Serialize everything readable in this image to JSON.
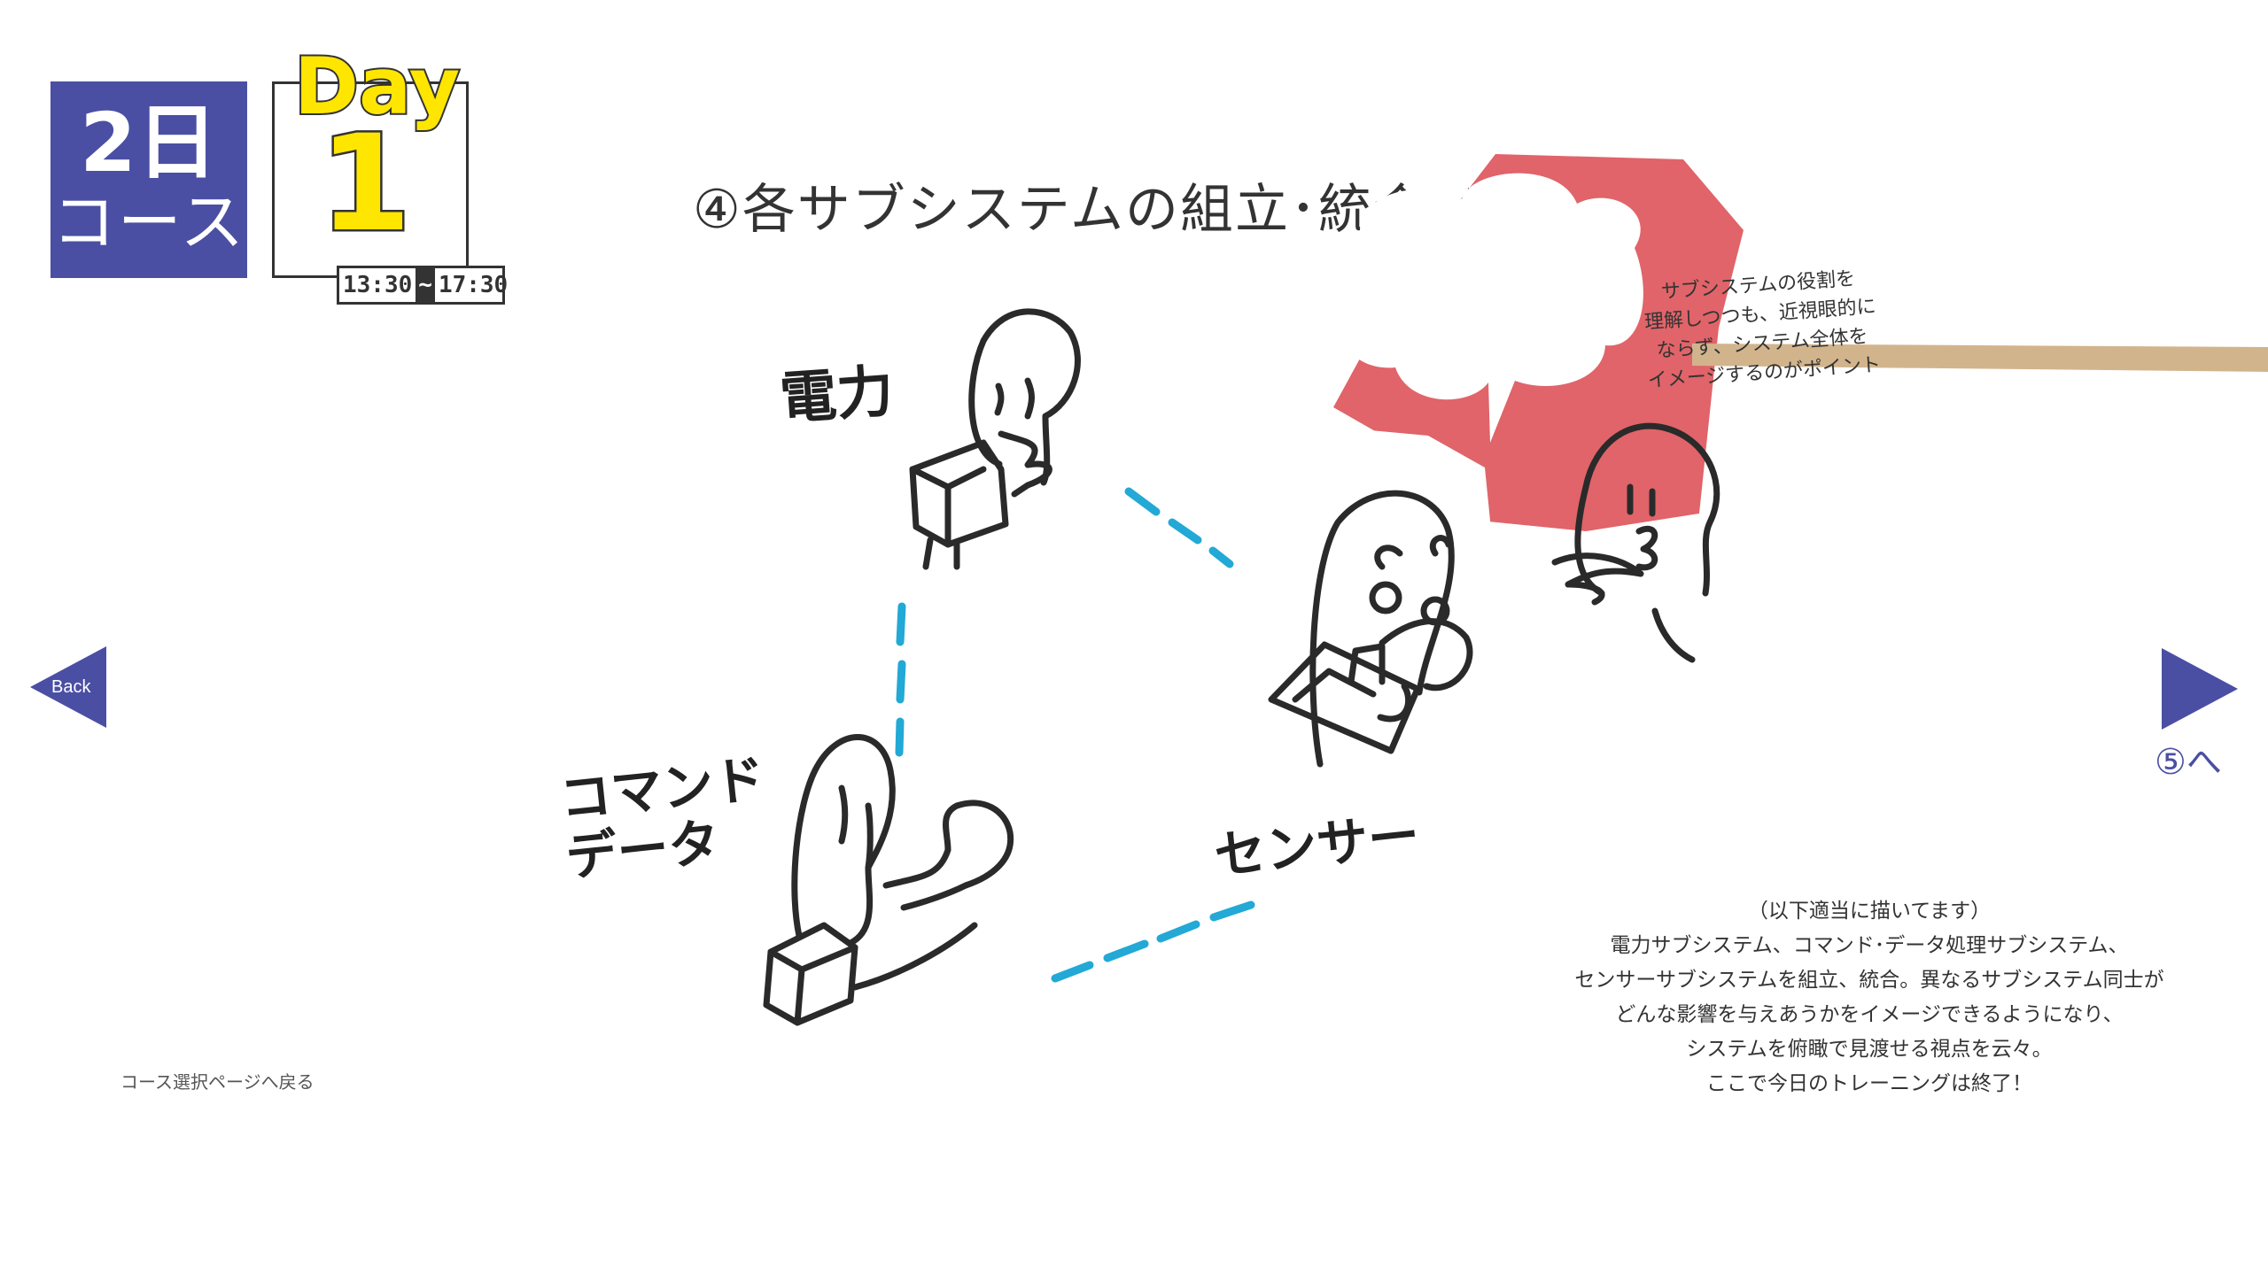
{
  "course": {
    "number": "2",
    "unit": "日",
    "label": "コース"
  },
  "day": {
    "word": "Day",
    "number": "1"
  },
  "time": {
    "start": "13:30",
    "separator": "~",
    "end": "17:30"
  },
  "title": "④各サブシステムの組立･統合･テスト",
  "bubble": {
    "lines": [
      "サブシステムの役割を",
      "理解しつつも、近視眼的に",
      "ならず、システム全体を",
      "イメージするのがポイント"
    ]
  },
  "sketch_labels": {
    "power": "電力",
    "command_line1": "コマンド",
    "command_line2": "データ",
    "sensor": "センサー"
  },
  "description": {
    "lines": [
      "（以下適当に描いてます）",
      "電力サブシステム、コマンド･データ処理サブシステム、",
      "センサーサブシステムを組立、統合。異なるサブシステム同士が",
      "どんな影響を与えあうかをイメージできるようになり、",
      "システムを俯瞰で見渡せる視点を云々。",
      "ここで今日のトレーニングは終了！"
    ]
  },
  "nav": {
    "back_label": "Back",
    "next_label": "⑤へ",
    "course_select": "コース選択ページへ戻る"
  },
  "colors": {
    "accent": "#4a4fa4",
    "day_yellow": "#ffe600",
    "paper_red": "#e06469",
    "dash_blue": "#22a9d6"
  }
}
